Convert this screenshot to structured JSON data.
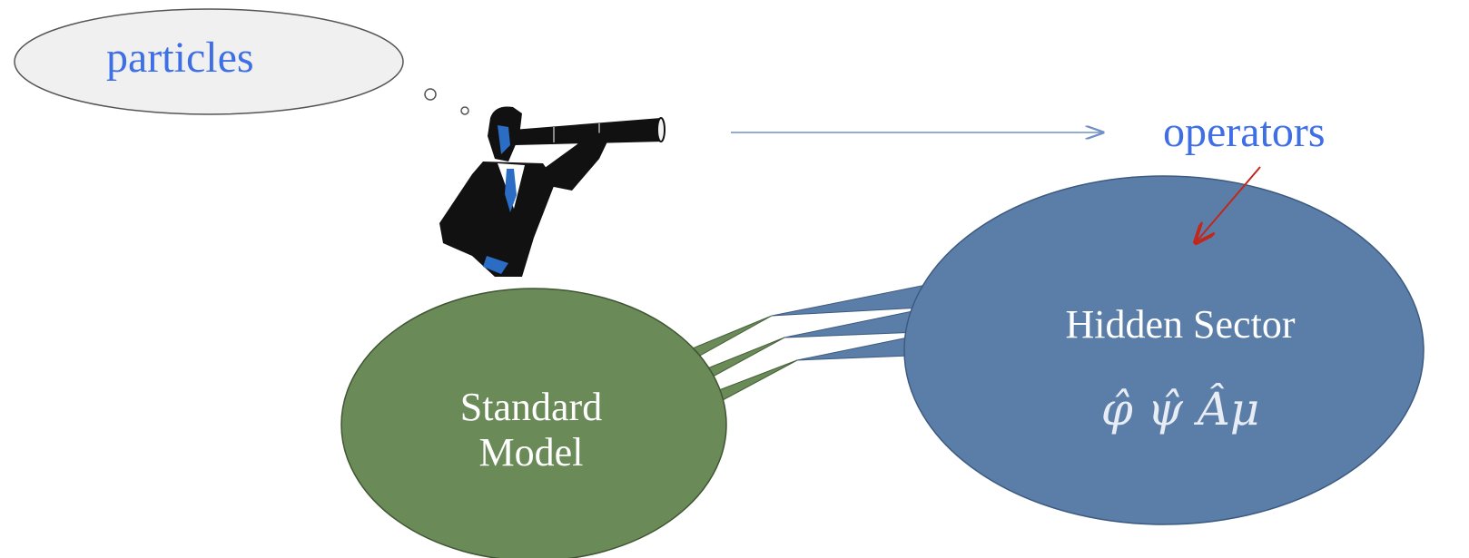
{
  "thought_bubble": {
    "text": "particles"
  },
  "operators_label": {
    "text": "operators"
  },
  "standard_model": {
    "line1": "Standard",
    "line2": "Model"
  },
  "hidden_sector": {
    "title": "Hidden Sector",
    "fields": "φ̂  ψ̂  Âμ"
  },
  "colors": {
    "label_blue": "#3f6fe6",
    "standard_model_fill": "#6a8a58",
    "hidden_sector_fill": "#5b7ea8",
    "portal_arrow": "#c0281e",
    "sight_arrow": "#6f90c4"
  }
}
